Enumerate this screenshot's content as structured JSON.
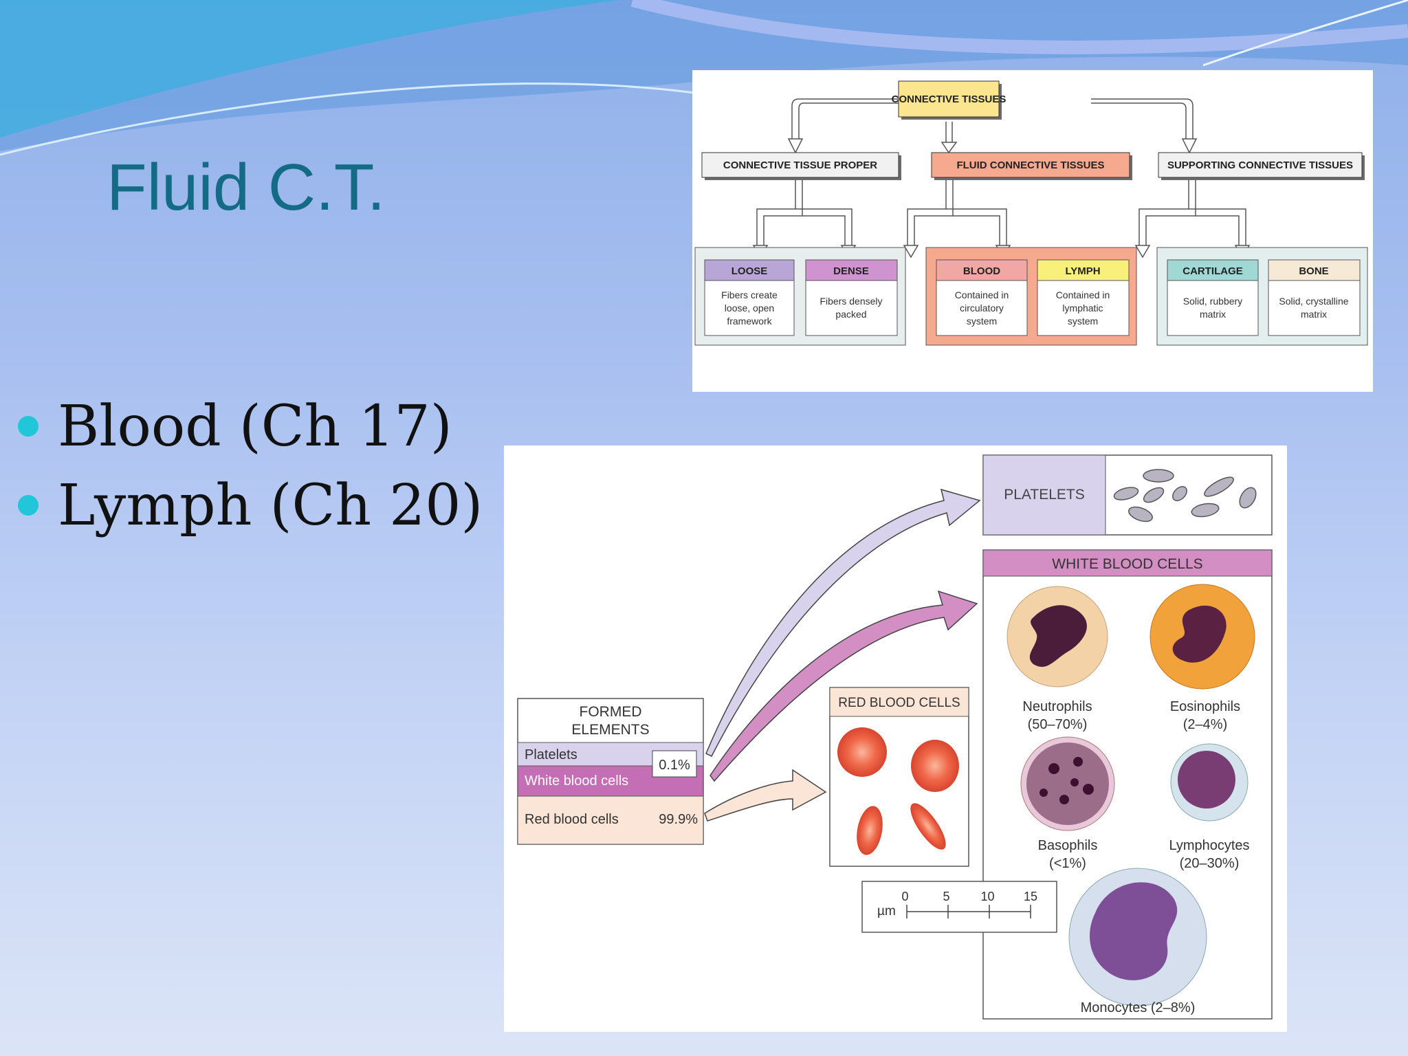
{
  "slide": {
    "title": "Fluid C.T.",
    "bullets": [
      "Blood (Ch 17)",
      "Lymph (Ch 20)"
    ]
  },
  "ct_chart": {
    "root": "CONNECTIVE TISSUES",
    "groups": [
      {
        "label": "CONNECTIVE TISSUE PROPER",
        "children": [
          {
            "label": "LOOSE",
            "desc": [
              "Fibers create",
              "loose, open",
              "framework"
            ]
          },
          {
            "label": "DENSE",
            "desc": [
              "Fibers densely",
              "packed"
            ]
          }
        ]
      },
      {
        "label": "FLUID CONNECTIVE TISSUES",
        "children": [
          {
            "label": "BLOOD",
            "desc": [
              "Contained in",
              "circulatory",
              "system"
            ]
          },
          {
            "label": "LYMPH",
            "desc": [
              "Contained in",
              "lymphatic",
              "system"
            ]
          }
        ]
      },
      {
        "label": "SUPPORTING CONNECTIVE TISSUES",
        "children": [
          {
            "label": "CARTILAGE",
            "desc": [
              "Solid, rubbery",
              "matrix"
            ]
          },
          {
            "label": "BONE",
            "desc": [
              "Solid, crystalline",
              "matrix"
            ]
          }
        ]
      }
    ]
  },
  "blood_figure": {
    "formed_elements_title": [
      "FORMED",
      "ELEMENTS"
    ],
    "platelets_row": "Platelets",
    "wbc_row": "White blood cells",
    "rbc_row": "Red blood cells",
    "minor_percent": "0.1%",
    "rbc_percent": "99.9%",
    "platelets_header": "PLATELETS",
    "wbc_header": "WHITE BLOOD CELLS",
    "rbc_header": "RED BLOOD CELLS",
    "cells": [
      {
        "name": "Neutrophils",
        "range": "(50–70%)"
      },
      {
        "name": "Eosinophils",
        "range": "(2–4%)"
      },
      {
        "name": "Basophils",
        "range": "(<1%)"
      },
      {
        "name": "Lymphocytes",
        "range": "(20–30%)"
      },
      {
        "name": "Monocytes (2–8%)",
        "range": ""
      }
    ],
    "scale_unit": "µm",
    "scale_ticks": [
      "0",
      "5",
      "10",
      "15"
    ]
  },
  "colors": {
    "title": "#136b86",
    "bullet": "#21c7d9",
    "root_box": "#fbe58e",
    "fluid_box": "#f7a98f",
    "loose": "#b8a6d6",
    "dense": "#cf94d0",
    "blood": "#f1a7a4",
    "lymph": "#f8f07a",
    "cartilage": "#9fd8d4",
    "bone": "#f6ead7",
    "wbc_band": "#d38fc4",
    "platelet_band": "#d8cfe8",
    "rbc_band": "#fbe5d6"
  }
}
